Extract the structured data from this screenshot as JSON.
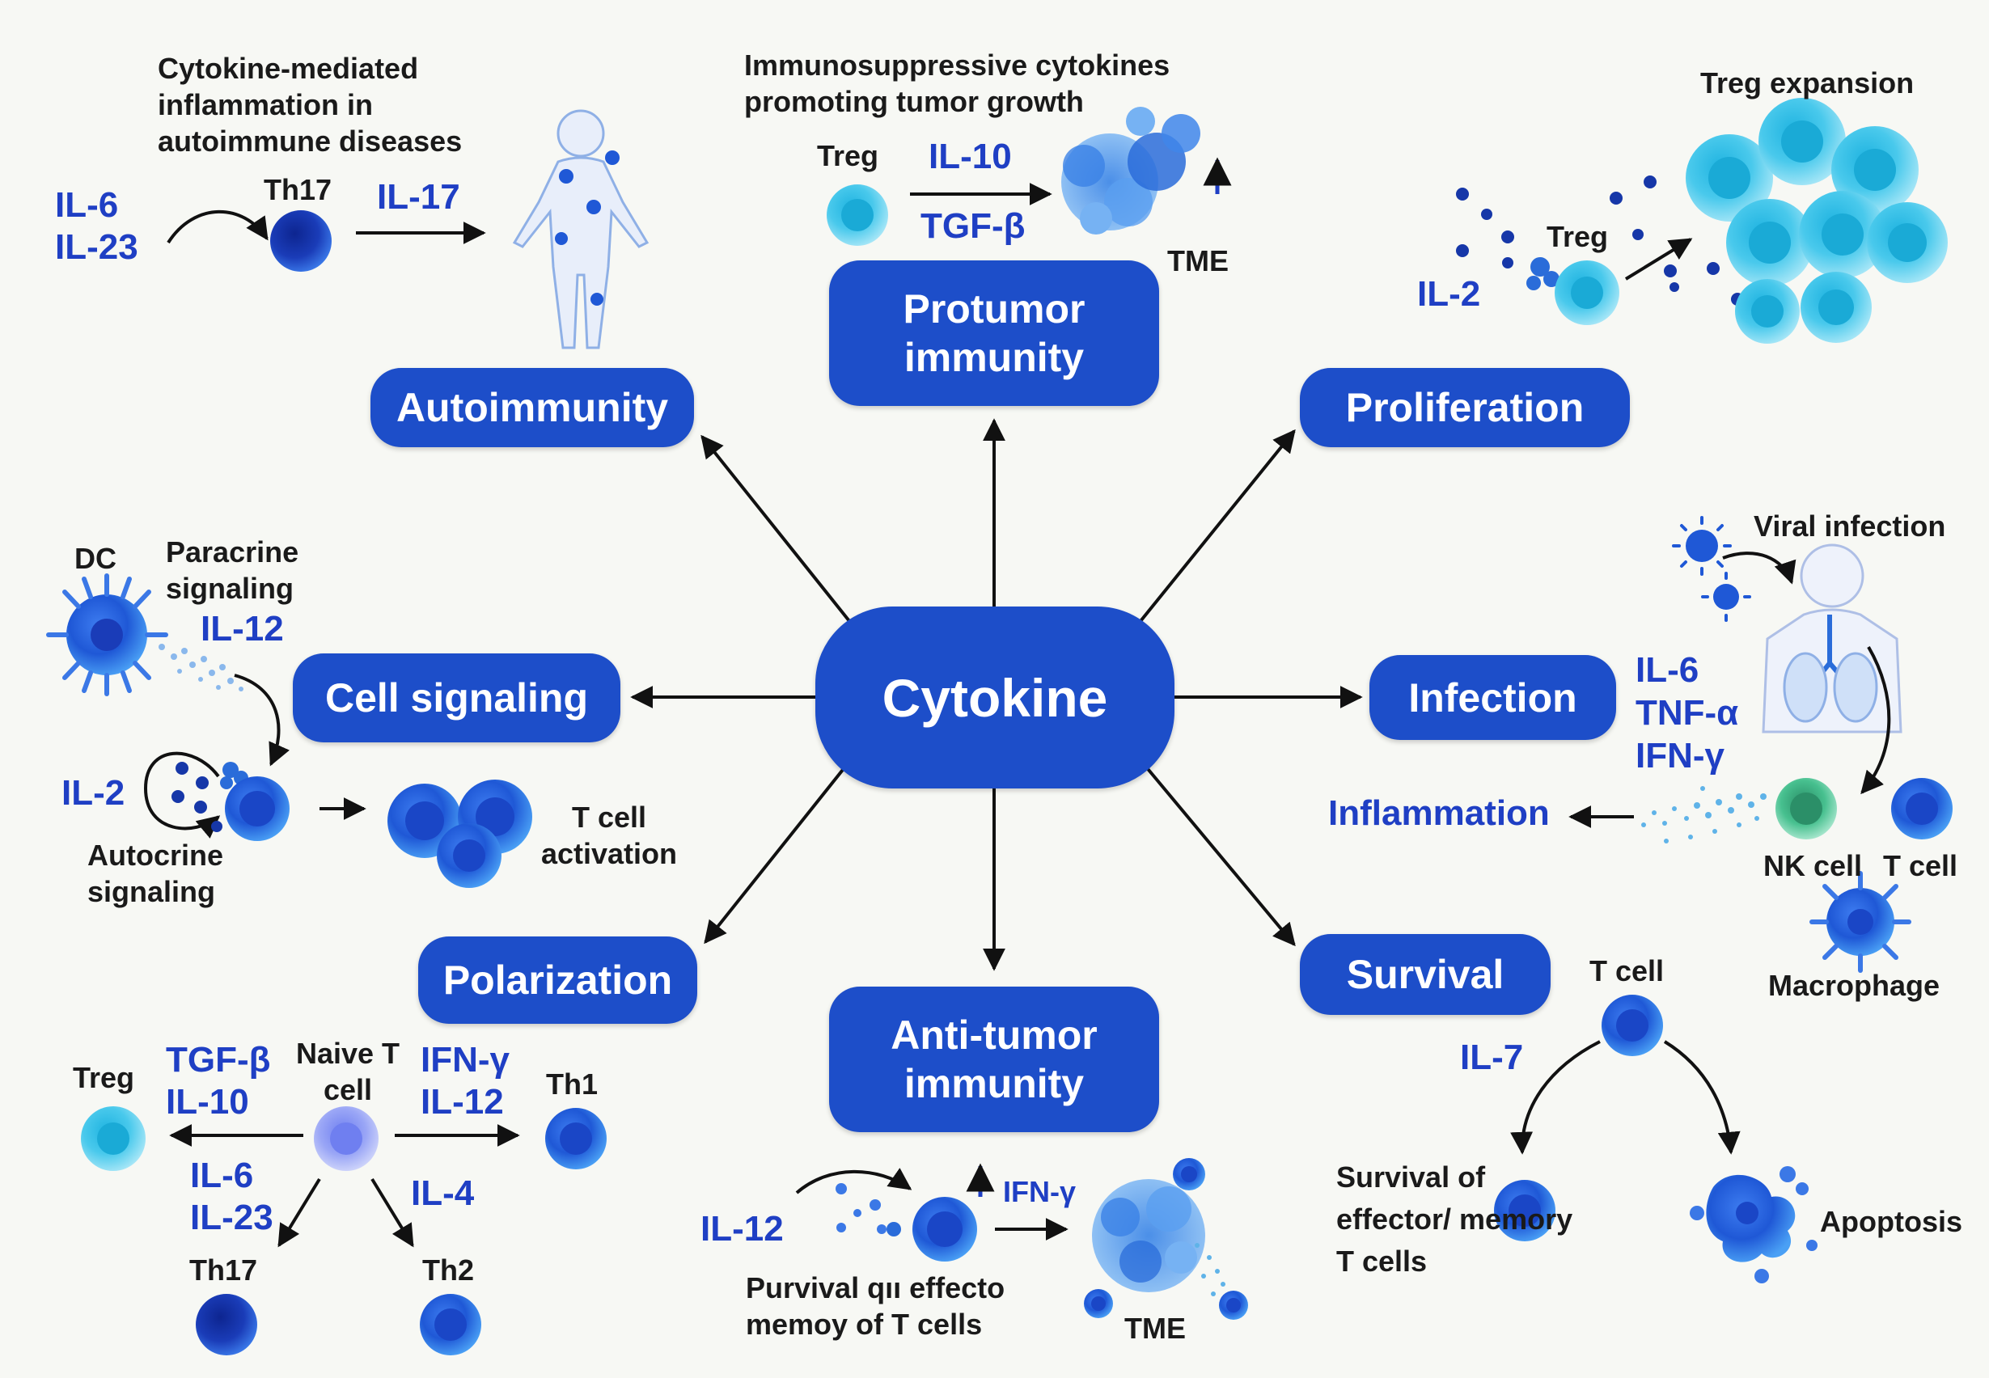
{
  "center": "Cytokine",
  "nodes": {
    "protumor": "Protumor immunity",
    "autoimmunity": "Autoimmunity",
    "proliferation": "Proliferation",
    "cell_signaling": "Cell signaling",
    "infection": "Infection",
    "polarization": "Polarization",
    "anti_tumor": "Anti-tumor immunity",
    "survival": "Survival"
  },
  "autoimmunity_panel": {
    "caption": "Cytokine-mediated inflammation in autoimmune diseases",
    "inputs": "IL-6 IL-23",
    "cell": "Th17",
    "output": "IL-17"
  },
  "protumor_panel": {
    "caption": "Immunosuppressive cytokines promoting tumor growth",
    "cell": "Treg",
    "cytokine_1": "IL-10",
    "cytokine_2": "TGF-β",
    "tme": "TME"
  },
  "proliferation_panel": {
    "caption": "Treg expansion",
    "cell": "Treg",
    "cytokine": "IL-2"
  },
  "cell_signaling_panel": {
    "dc": "DC",
    "paracrine": "Paracrine signaling",
    "il12": "IL-12",
    "il2": "IL-2",
    "autocrine": "Autocrine signaling",
    "activation": "T cell activation"
  },
  "infection_panel": {
    "caption": "Viral infection",
    "cytokines": [
      "IL-6",
      "TNF-α",
      "IFN-γ"
    ],
    "inflammation": "Inflammation",
    "nk": "NK cell",
    "tcell": "T cell",
    "macrophage": "Macrophage"
  },
  "polarization_panel": {
    "treg": "Treg",
    "treg_cytokines": "TGF-β IL-10",
    "naive": "Naive T cell",
    "th1_cytokines": "IFN-γ IL-12",
    "th1": "Th1",
    "th17_cytokines": "IL-6 IL-23",
    "th2_cytokine": "IL-4",
    "th17": "Th17",
    "th2": "Th2"
  },
  "anti_tumor_panel": {
    "ifn": "IFN-γ",
    "il12": "IL-12",
    "caption": "Purvival qıı effecto memoy of T cells",
    "tme": "TME"
  },
  "survival_panel": {
    "tcell": "T cell",
    "il7": "IL-7",
    "survival_label": "Survival of effector/ memory T cells",
    "apoptosis": "Apoptosis"
  },
  "colors": {
    "node_fill": "#1d4ec9",
    "cytokine_text": "#1f3fc4",
    "cell_dark": "#1637a8",
    "cell_cyan": "#3fc4e6",
    "nk_green": "#3fb58a",
    "background": "#f7f8f4"
  }
}
